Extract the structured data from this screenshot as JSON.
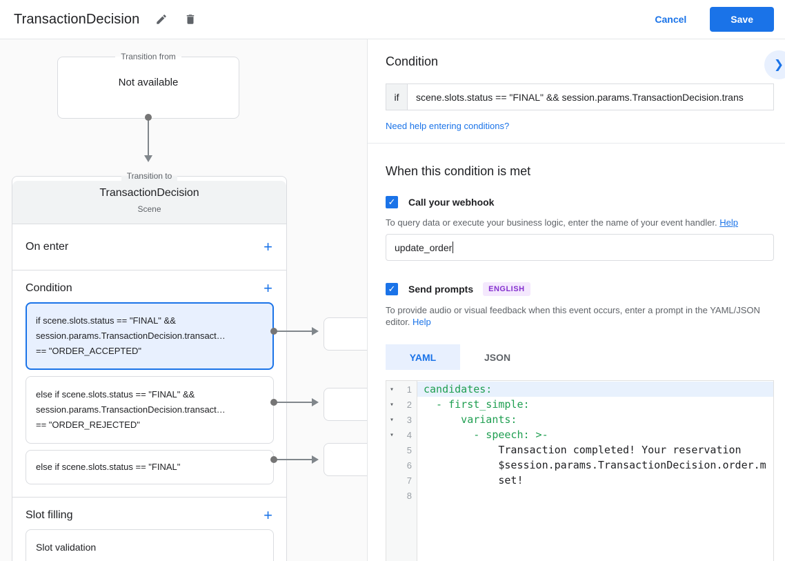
{
  "icons": {
    "plus": "+",
    "check": "✓",
    "chevron_right": "❯",
    "fold": "▾"
  },
  "colors": {
    "accent": "#1a73e8",
    "code_key_green": "#1e9e50",
    "selected_card_bg": "#e8f0fe",
    "badge_bg": "#f4e8fd",
    "badge_text": "#8430ce"
  },
  "topbar": {
    "title": "TransactionDecision",
    "cancel": "Cancel",
    "save": "Save"
  },
  "canvas": {
    "from_card": {
      "legend": "Transition from",
      "text": "Not available"
    },
    "to_card": {
      "legend": "Transition to",
      "title": "TransactionDecision",
      "subtitle": "Scene",
      "on_enter": {
        "label": "On enter"
      },
      "condition": {
        "label": "Condition",
        "cards": [
          {
            "selected": true,
            "lines": [
              "if scene.slots.status == \"FINAL\" &&",
              "session.params.TransactionDecision.transact…",
              "== \"ORDER_ACCEPTED\""
            ]
          },
          {
            "selected": false,
            "lines": [
              "else if scene.slots.status == \"FINAL\" &&",
              "session.params.TransactionDecision.transact…",
              "== \"ORDER_REJECTED\""
            ]
          },
          {
            "selected": false,
            "lines": [
              "else if scene.slots.status == \"FINAL\""
            ]
          }
        ]
      },
      "slot_filling": {
        "label": "Slot filling",
        "card": "Slot validation"
      }
    }
  },
  "panel": {
    "condition": {
      "heading": "Condition",
      "if_label": "if",
      "if_value": "scene.slots.status == \"FINAL\" && session.params.TransactionDecision.trans",
      "help_link": "Need help entering conditions?"
    },
    "when_heading": "When this condition is met",
    "webhook": {
      "label": "Call your webhook",
      "desc": "To query data or execute your business logic, enter the name of your event handler.",
      "help": "Help",
      "value": "update_order"
    },
    "prompts": {
      "label": "Send prompts",
      "badge": "ENGLISH",
      "desc": "To provide audio or visual feedback when this event occurs, enter a prompt in the YAML/JSON editor.",
      "help": "Help"
    },
    "tabs": {
      "yaml": "YAML",
      "json": "JSON"
    },
    "editor": {
      "lines": [
        {
          "n": "1",
          "code": "candidates:"
        },
        {
          "n": "2",
          "code": "  - first_simple:"
        },
        {
          "n": "3",
          "code": "      variants:"
        },
        {
          "n": "4",
          "code": "        - speech: >-"
        },
        {
          "n": "5",
          "code": "            Transaction completed! Your reservation"
        },
        {
          "n": "6",
          "code": "            $session.params.TransactionDecision.order.m"
        },
        {
          "n": "7",
          "code": "            set!"
        },
        {
          "n": "8",
          "code": ""
        }
      ]
    }
  }
}
